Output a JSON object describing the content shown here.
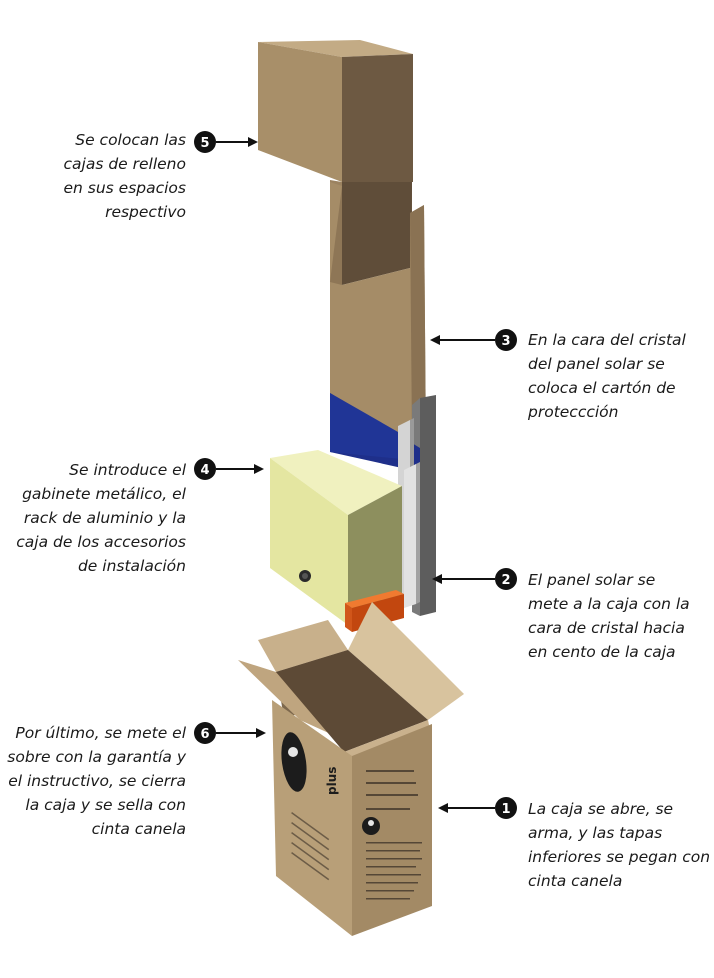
{
  "callouts": [
    {
      "number": "5",
      "lines": [
        "Se colocan las",
        "cajas de relleno",
        "en sus espacios",
        "respectivo"
      ]
    },
    {
      "number": "3",
      "lines": [
        "En la cara del cristal",
        "del panel solar se",
        "coloca el cartón de",
        "proteccción"
      ]
    },
    {
      "number": "4",
      "lines": [
        "Se introduce el",
        "gabinete metálico, el",
        "rack de aluminio y la",
        "caja de los accesorios",
        "de instalación"
      ]
    },
    {
      "number": "2",
      "lines": [
        "El panel solar se",
        "mete a la caja con la",
        "cara de cristal hacia",
        "en cento de la caja"
      ]
    },
    {
      "number": "6",
      "lines": [
        "Por último, se mete el",
        "sobre con la garantía y",
        "el instructivo, se cierra",
        "la caja y se sella con",
        "cinta canela"
      ]
    },
    {
      "number": "1",
      "lines": [
        "La caja se abre, se",
        "arma, y las tapas",
        "inferiores se pegan con",
        "cinta canela"
      ]
    }
  ],
  "box_print": {
    "brand_mark": "plus"
  },
  "colors": {
    "cardboard": "#b59b74",
    "cardboard_dark": "#7a6448",
    "cardboard_mid": "#9c8360",
    "glass_blue": "#1e2f8a",
    "cabinet_yellow": "#e5e7a4",
    "cabinet_side": "#8f9160",
    "accessory_orange": "#e0621c",
    "rack_gray": "#c8c8c8"
  }
}
